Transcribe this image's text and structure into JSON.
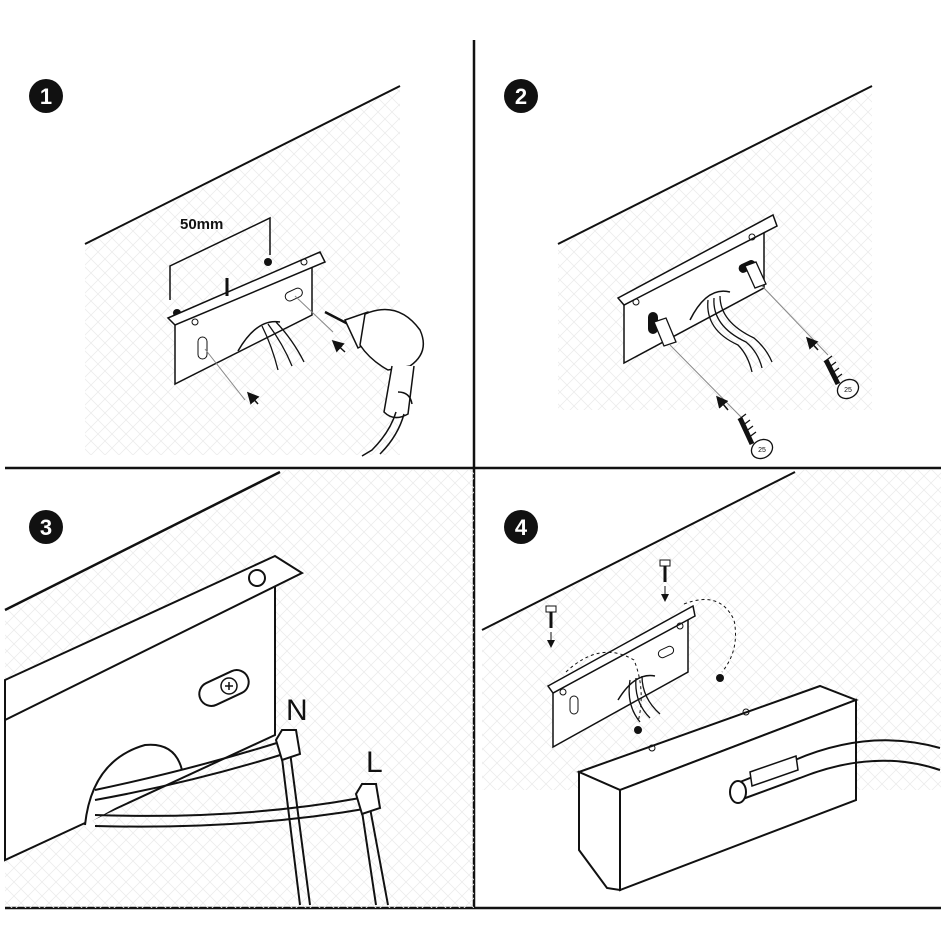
{
  "steps": [
    {
      "number": "1"
    },
    {
      "number": "2"
    },
    {
      "number": "3"
    },
    {
      "number": "4"
    }
  ],
  "step1": {
    "dimension_label": "50mm"
  },
  "step2": {
    "screw_label": "25"
  },
  "step3": {
    "neutral_label": "N",
    "live_label": "L"
  },
  "colors": {
    "line": "#111111",
    "background": "#ffffff",
    "wall_pattern": "#e6e6e6"
  }
}
